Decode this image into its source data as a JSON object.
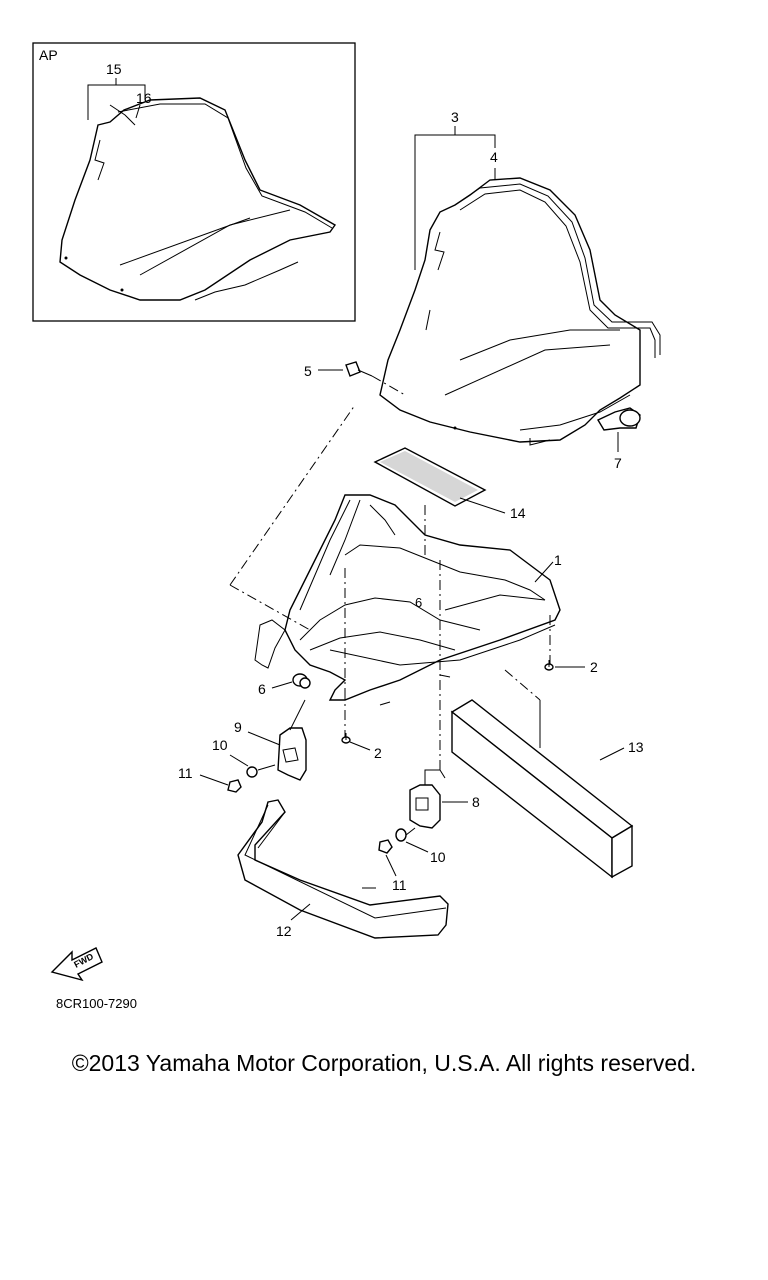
{
  "inset": {
    "label": "AP"
  },
  "callouts": {
    "c1": "1",
    "c2a": "2",
    "c2b": "2",
    "c3": "3",
    "c4": "4",
    "c5": "5",
    "c6": "6",
    "c7": "7",
    "c8": "8",
    "c9": "9",
    "c10a": "10",
    "c10b": "10",
    "c11a": "11",
    "c11b": "11",
    "c12": "12",
    "c13": "13",
    "c14": "14",
    "c15": "15",
    "c16": "16"
  },
  "fwd_label": "FWD",
  "ref_code": "8CR100-7290",
  "copyright": "©2013 Yamaha Motor Corporation, U.S.A. All rights reserved."
}
